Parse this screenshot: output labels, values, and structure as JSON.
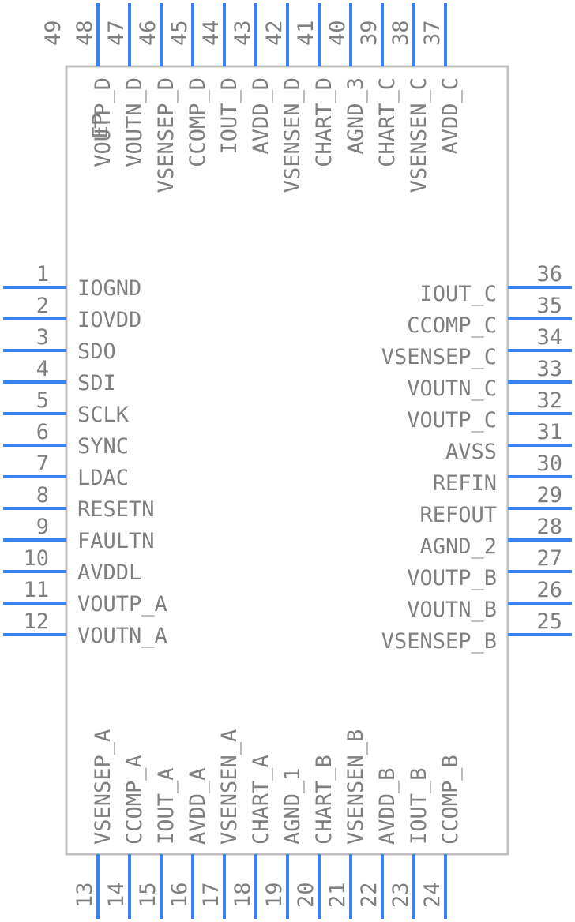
{
  "pins": {
    "left": [
      {
        "num": "1",
        "label": "IOGND"
      },
      {
        "num": "2",
        "label": "IOVDD"
      },
      {
        "num": "3",
        "label": "SDO"
      },
      {
        "num": "4",
        "label": "SDI"
      },
      {
        "num": "5",
        "label": "SCLK"
      },
      {
        "num": "6",
        "label": "SYNC"
      },
      {
        "num": "7",
        "label": "LDAC"
      },
      {
        "num": "8",
        "label": "RESETN"
      },
      {
        "num": "9",
        "label": "FAULTN"
      },
      {
        "num": "10",
        "label": "AVDDL"
      },
      {
        "num": "11",
        "label": "VOUTP_A"
      },
      {
        "num": "12",
        "label": "VOUTN_A"
      }
    ],
    "right": [
      {
        "num": "36",
        "label": "IOUT_C"
      },
      {
        "num": "35",
        "label": "CCOMP_C"
      },
      {
        "num": "34",
        "label": "VSENSEP_C"
      },
      {
        "num": "33",
        "label": "VOUTN_C"
      },
      {
        "num": "32",
        "label": "VOUTP_C"
      },
      {
        "num": "31",
        "label": "AVSS"
      },
      {
        "num": "30",
        "label": "REFIN"
      },
      {
        "num": "29",
        "label": "REFOUT"
      },
      {
        "num": "28",
        "label": "AGND_2"
      },
      {
        "num": "27",
        "label": "VOUTP_B"
      },
      {
        "num": "26",
        "label": "VOUTN_B"
      },
      {
        "num": "25",
        "label": "VSENSEP_B"
      }
    ],
    "bottom": [
      {
        "num": "13",
        "label": "VSENSEP_A"
      },
      {
        "num": "14",
        "label": "CCOMP_A"
      },
      {
        "num": "15",
        "label": "IOUT_A"
      },
      {
        "num": "16",
        "label": "AVDD_A"
      },
      {
        "num": "17",
        "label": "VSENSEN_A"
      },
      {
        "num": "18",
        "label": "CHART_A"
      },
      {
        "num": "19",
        "label": "AGND_1"
      },
      {
        "num": "20",
        "label": "CHART_B"
      },
      {
        "num": "21",
        "label": "VSENSEN_B"
      },
      {
        "num": "22",
        "label": "AVDD_B"
      },
      {
        "num": "23",
        "label": "IOUT_B"
      },
      {
        "num": "24",
        "label": "CCOMP_B"
      }
    ],
    "top": [
      {
        "num": "49",
        "label": "EP",
        "has_line": false
      },
      {
        "num": "48",
        "label": "VOUTP_D",
        "has_line": true
      },
      {
        "num": "47",
        "label": "VOUTN_D",
        "has_line": true
      },
      {
        "num": "46",
        "label": "VSENSEP_D",
        "has_line": true
      },
      {
        "num": "45",
        "label": "CCOMP_D",
        "has_line": true
      },
      {
        "num": "44",
        "label": "IOUT_D",
        "has_line": true
      },
      {
        "num": "43",
        "label": "AVDD_D",
        "has_line": true
      },
      {
        "num": "42",
        "label": "VSENSEN_D",
        "has_line": true
      },
      {
        "num": "41",
        "label": "CHART_D",
        "has_line": true
      },
      {
        "num": "40",
        "label": "AGND_3",
        "has_line": true
      },
      {
        "num": "39",
        "label": "CHART_C",
        "has_line": true
      },
      {
        "num": "38",
        "label": "VSENSEN_C",
        "has_line": true
      },
      {
        "num": "37",
        "label": "AVDD_C",
        "has_line": true
      }
    ]
  },
  "colors": {
    "pin_line": "#3b82f6",
    "body_outline": "#bfbfbf",
    "text": "#7f7f7f"
  }
}
